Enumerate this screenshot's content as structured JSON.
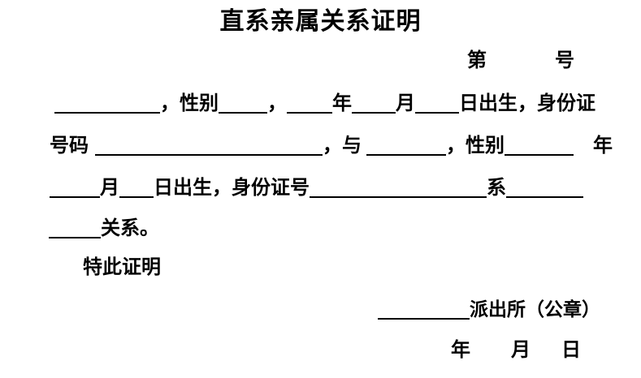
{
  "doc": {
    "title": "直系亲属关系证明",
    "number": {
      "prefix": "第",
      "suffix": "号"
    },
    "line1": {
      "s1": "，性别",
      "s2": "，",
      "s3": "年",
      "s4": "月",
      "s5": "日出生，身份证"
    },
    "line2": {
      "s1": "号码",
      "s2": "，与",
      "s3": "，性别",
      "s4": "年"
    },
    "line3": {
      "s1": "月",
      "s2": "日出生，身份证号",
      "s3": "系"
    },
    "line4": {
      "s1": "关系。"
    },
    "closing": "特此证明",
    "station": {
      "suffix": "派出所（公章）"
    },
    "date": {
      "year": "年",
      "month": "月",
      "day": "日"
    }
  },
  "colors": {
    "background": "#ffffff",
    "text": "#000000"
  }
}
